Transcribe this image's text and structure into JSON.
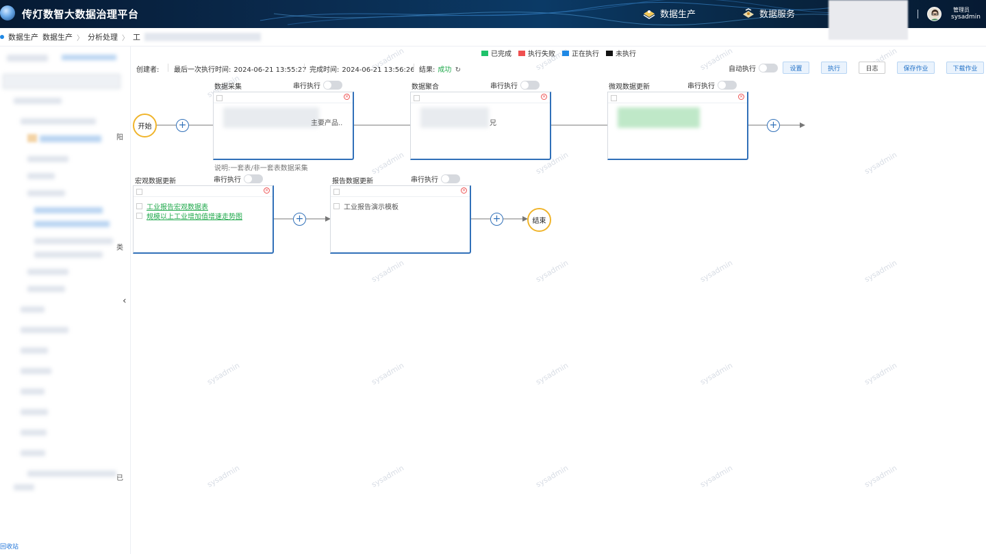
{
  "header": {
    "app_title": "传灯数智大数据治理平台",
    "nav": [
      {
        "label": "数据生产",
        "icon": "data-production-icon"
      },
      {
        "label": "数据服务",
        "icon": "data-service-icon"
      }
    ],
    "user_role": "管理员",
    "user_name": "sysadmin"
  },
  "breadcrumb": {
    "items": [
      "数据生产",
      "数据生产",
      "分析处理",
      "工"
    ]
  },
  "sidebar": {
    "recycle_label": "回收站",
    "edge_chars": [
      "阳",
      "类",
      "已"
    ]
  },
  "legend": [
    {
      "label": "已完成",
      "color": "#1ec26a"
    },
    {
      "label": "执行失败",
      "color": "#f05050"
    },
    {
      "label": "正在执行",
      "color": "#1e88e5"
    },
    {
      "label": "未执行",
      "color": "#111111"
    }
  ],
  "info": {
    "creator_label": "创建者:",
    "creator_value": "",
    "last_exec_label": "最后一次执行时间:",
    "last_exec_value": "2024-06-21 13:55:27",
    "finish_label": "完成时间:",
    "finish_value": "2024-06-21 13:56:26",
    "result_label": "结果:",
    "result_value": "成功"
  },
  "toolbar": {
    "auto_exec_label": "自动执行",
    "buttons": [
      "设置",
      "执行",
      "日志",
      "保存作业",
      "下载作业"
    ]
  },
  "flow": {
    "start_label": "开始",
    "end_label": "结束",
    "serial_label": "串行执行",
    "groups": [
      {
        "title": "数据采集",
        "items": [],
        "visible_text": "主要产品..",
        "note": "说明:一套表/非一套表数据采集"
      },
      {
        "title": "数据聚合",
        "items": [],
        "visible_text": "兄"
      },
      {
        "title": "微观数据更新",
        "items": []
      },
      {
        "title": "宏观数据更新",
        "items": [
          "工业报告宏观数据表",
          "规模以上工业增加值增速走势图"
        ]
      },
      {
        "title": "报告数据更新",
        "items": [
          "工业报告演示模板"
        ]
      }
    ]
  },
  "watermark": "sysadmin"
}
